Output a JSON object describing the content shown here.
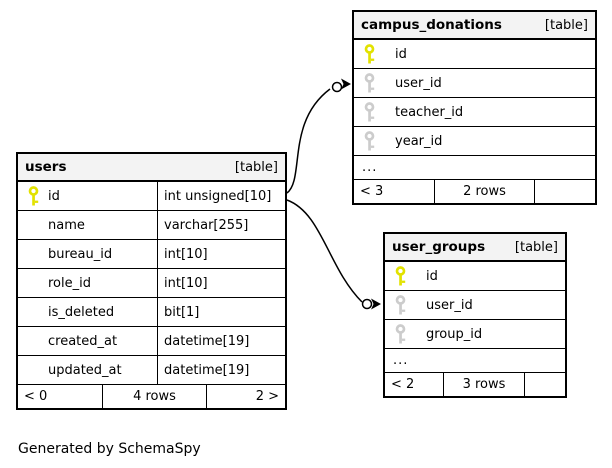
{
  "footer_note": "Generated by SchemaSpy",
  "colors": {
    "pk_key": "#e2e200",
    "fk_key": "#cccccc",
    "border": "#000000",
    "header_bg": "#f3f3f3"
  },
  "tables": {
    "users": {
      "name": "users",
      "tag": "[table]",
      "columns": [
        {
          "name": "id",
          "type": "int unsigned[10]",
          "key": "primary"
        },
        {
          "name": "name",
          "type": "varchar[255]",
          "key": null
        },
        {
          "name": "bureau_id",
          "type": "int[10]",
          "key": null
        },
        {
          "name": "role_id",
          "type": "int[10]",
          "key": null
        },
        {
          "name": "is_deleted",
          "type": "bit[1]",
          "key": null
        },
        {
          "name": "created_at",
          "type": "datetime[19]",
          "key": null
        },
        {
          "name": "updated_at",
          "type": "datetime[19]",
          "key": null
        }
      ],
      "ellipsis": null,
      "footer": {
        "left": "< 0",
        "center": "4 rows",
        "right": "2 >"
      }
    },
    "campus_donations": {
      "name": "campus_donations",
      "tag": "[table]",
      "columns": [
        {
          "name": "id",
          "type": null,
          "key": "primary"
        },
        {
          "name": "user_id",
          "type": null,
          "key": "foreign"
        },
        {
          "name": "teacher_id",
          "type": null,
          "key": "foreign"
        },
        {
          "name": "year_id",
          "type": null,
          "key": "foreign"
        }
      ],
      "ellipsis": "...",
      "footer": {
        "left": "< 3",
        "center": "2 rows",
        "right": ""
      }
    },
    "user_groups": {
      "name": "user_groups",
      "tag": "[table]",
      "columns": [
        {
          "name": "id",
          "type": null,
          "key": "primary"
        },
        {
          "name": "user_id",
          "type": null,
          "key": "foreign"
        },
        {
          "name": "group_id",
          "type": null,
          "key": "foreign"
        }
      ],
      "ellipsis": "...",
      "footer": {
        "left": "< 2",
        "center": "3 rows",
        "right": ""
      }
    }
  },
  "relationships": [
    {
      "from": "users.id",
      "to": "campus_donations.user_id"
    },
    {
      "from": "users.id",
      "to": "user_groups.user_id"
    }
  ]
}
